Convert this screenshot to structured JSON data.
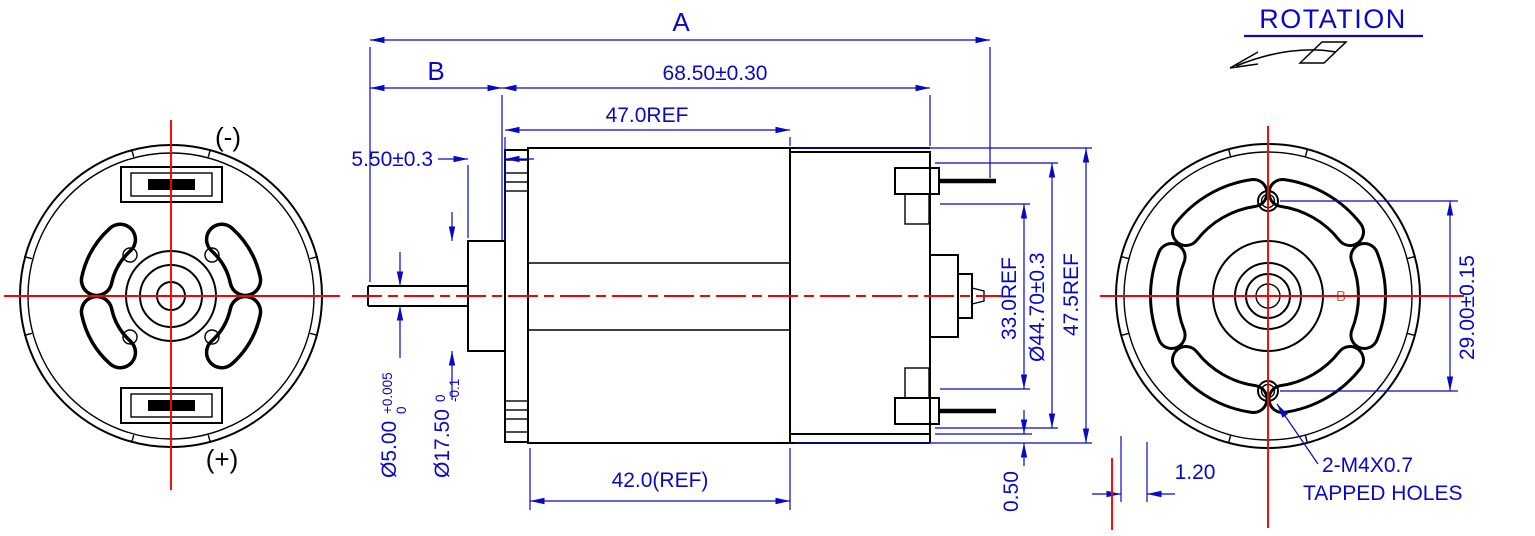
{
  "colors": {
    "dimension_blue": "#0808c8",
    "centerline_red": "#fe0000",
    "object_black": "#000000",
    "marking_tan": "#9a7a4a",
    "background": "#ffffff"
  },
  "rotation": {
    "label": "ROTATION"
  },
  "rear_view": {
    "terminal_negative": "(-)",
    "terminal_positive": "(+)"
  },
  "side_view": {
    "dim_a": "A",
    "dim_b": "B",
    "dim_total_length": "68.50±0.30",
    "dim_body_ref": "47.0REF",
    "dim_shaft_extension": "5.50±0.3",
    "dim_shaft_dia": "Ø5.00",
    "dim_shaft_dia_tol_upper": "+0.005",
    "dim_shaft_dia_tol_lower": "0",
    "dim_boss_dia": "Ø17.50",
    "dim_boss_dia_tol_upper": "0",
    "dim_boss_dia_tol_lower": "-0.1",
    "dim_can_length_ref": "42.0(REF)",
    "dim_terminal_span_ref": "33.0REF",
    "dim_body_dia": "Ø44.70±0.3",
    "dim_height_ref": "47.5REF",
    "dim_flange_offset": "0.50"
  },
  "front_view": {
    "dim_hole_spacing": "29.00±0.15",
    "dim_tab_width": "1.20",
    "tapped_callout_line1": "2-M4X0.7",
    "tapped_callout_line2": "TAPPED HOLES",
    "part_marking": "B"
  }
}
